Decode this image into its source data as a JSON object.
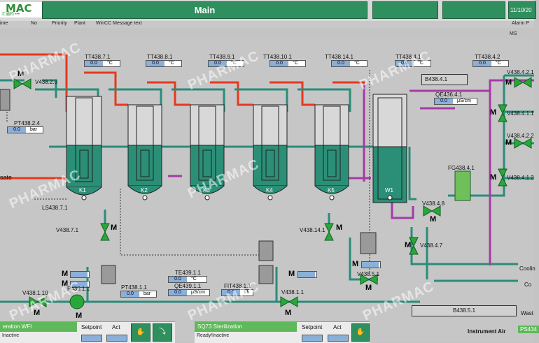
{
  "header": {
    "logo_text": "MAC",
    "logo_sub": "汇通药 •••",
    "title": "Main",
    "time": "11/10/20"
  },
  "message_bar": {
    "columns": [
      "ime",
      "No",
      "Priority",
      "Plant",
      "WinCC Message text"
    ],
    "alarm": "Alarm P",
    "ms": "MS"
  },
  "watermark": "PHARMAC",
  "sensors": [
    {
      "tag": "TT438.7.1",
      "value": "0.0",
      "unit": "°C"
    },
    {
      "tag": "TT438.8.1",
      "value": "0.0",
      "unit": "°C"
    },
    {
      "tag": "TT438.9.1",
      "value": "0.0",
      "unit": "°C"
    },
    {
      "tag": "TT438.10.1",
      "value": "0.0",
      "unit": "°C"
    },
    {
      "tag": "TT438.14.1",
      "value": "0.0",
      "unit": "°C"
    },
    {
      "tag": "TT438.4.1",
      "value": "0.0",
      "unit": "°C"
    },
    {
      "tag": "TT438.4.2",
      "value": "0.0",
      "unit": "°C"
    },
    {
      "tag": "QE436.4.1",
      "value": "0.0",
      "unit": "μS/cm"
    },
    {
      "tag": "PT438.2.4",
      "value": "0.0",
      "unit": "bar"
    },
    {
      "tag": "PT438.1.1",
      "value": "0.0",
      "unit": "bar"
    },
    {
      "tag": "TE439.1.1",
      "value": "0.0",
      "unit": "°C"
    },
    {
      "tag": "QE439.1.1",
      "value": "0.0",
      "unit": "μS/cm"
    },
    {
      "tag": "FIT438.1.1",
      "value": "0.0",
      "unit": "l/h"
    }
  ],
  "vessels": [
    "K1",
    "K2",
    "K3",
    "K4",
    "K5",
    "W1"
  ],
  "valves": {
    "v_2_3": "V438.2.3",
    "v_7_1": "V438.7.1",
    "v_14_1": "V438.14.1",
    "v_5_1": "V438.5.1",
    "v_1_10": "V438.1.10",
    "v_1_1": "V438.1.1",
    "v_4_8": "V438.4.8",
    "v_4_7": "V438.4.7",
    "v_4_2_1": "V438.4.2.1",
    "v_4_1_1": "V438.4.1.1",
    "v_4_2_2": "V438.4.2.2",
    "v_4_1_2": "V438.4.1.2"
  },
  "labels": {
    "ls": "LS438.7.1",
    "sate": "sate",
    "b438_4_1": "B438.4.1",
    "fg438_4_1": "FG438.4.1",
    "p438_1_1": "P438.1.1",
    "b438_5_1": "B438.5.1",
    "cooling1": "Coolin",
    "cooling2": "Co",
    "waste": "Wast",
    "instrument_air": "Instrument Air",
    "ps434": "PS434",
    "m": "M"
  },
  "panels": {
    "left": {
      "title": "eration WFI",
      "status": "Inactive",
      "setpoint": "Setpoint",
      "act": "Act"
    },
    "right": {
      "title": "SQ73 Sterilization",
      "status": "Ready/Inactive",
      "setpoint": "Setpoint",
      "act": "Act"
    }
  },
  "colors": {
    "hot_line": "#e8381c",
    "cold_line": "#2a8c7a",
    "purple_line": "#a63aa6",
    "vessel_fill": "#2b8f77",
    "valve": "#29a83a"
  }
}
